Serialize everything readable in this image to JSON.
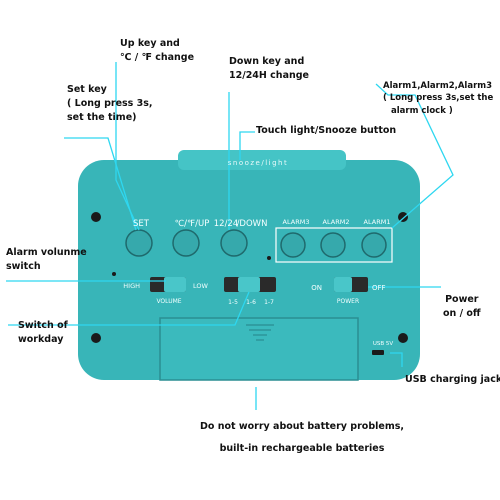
{
  "labels": {
    "up_key": [
      "Up key and",
      "℃ / ℉ change"
    ],
    "down_key": [
      "Down key and",
      "12/24H change"
    ],
    "set_key": [
      "Set key",
      "( Long press 3s,",
      "set the time)"
    ],
    "alarms": [
      "Alarm1,Alarm2,Alarm3",
      "( Long press 3s,set the",
      "alarm clock )"
    ],
    "touch_light": "Touch light/Snooze button",
    "alarm_volume": [
      "Alarm volunme",
      "switch"
    ],
    "power": [
      "Power",
      "on / off"
    ],
    "workday": [
      "Switch of",
      "workday"
    ],
    "usb": "USB charging jack",
    "battery": [
      "Do not worry about battery problems,",
      "built-in rechargeable batteries"
    ]
  },
  "device": {
    "top_text": "snooze/light",
    "btn_set": "SET",
    "btn_up": "℃/℉/UP",
    "btn_1224": "12/24",
    "btn_down": "/DOWN",
    "alarm3": "ALARM3",
    "alarm2": "ALARM2",
    "alarm1": "ALARM1",
    "vol_high": "HIGH",
    "vol_low": "LOW",
    "vol_caption": "VOLUME",
    "workday_opts": [
      "1-5",
      "1-6",
      "1-7"
    ],
    "power_on": "ON",
    "power_off": "OFF",
    "power_caption": "POWER",
    "usb_caption": "USB 5V"
  },
  "colors": {
    "body": "#38b5b8",
    "body_dark": "#2a8e92",
    "leader": "#2ed7f0"
  }
}
